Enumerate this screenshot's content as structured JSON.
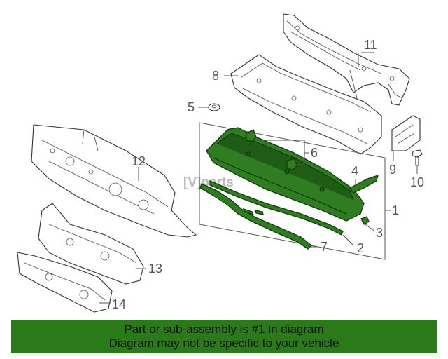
{
  "callouts": {
    "c1": "1",
    "c2": "2",
    "c3": "3",
    "c4": "4",
    "c5": "5",
    "c6": "6",
    "c7": "7",
    "c8": "8",
    "c9": "9",
    "c10": "10",
    "c11": "11",
    "c12": "12",
    "c13": "13",
    "c14": "14"
  },
  "banner": {
    "line1": "Part or sub-assembly is #1 in diagram",
    "line2": "Diagram may not be specific to your vehicle"
  },
  "colors": {
    "highlight": "#2f7d20",
    "banner_bg": "#2a7a1a",
    "line": "#333333"
  }
}
